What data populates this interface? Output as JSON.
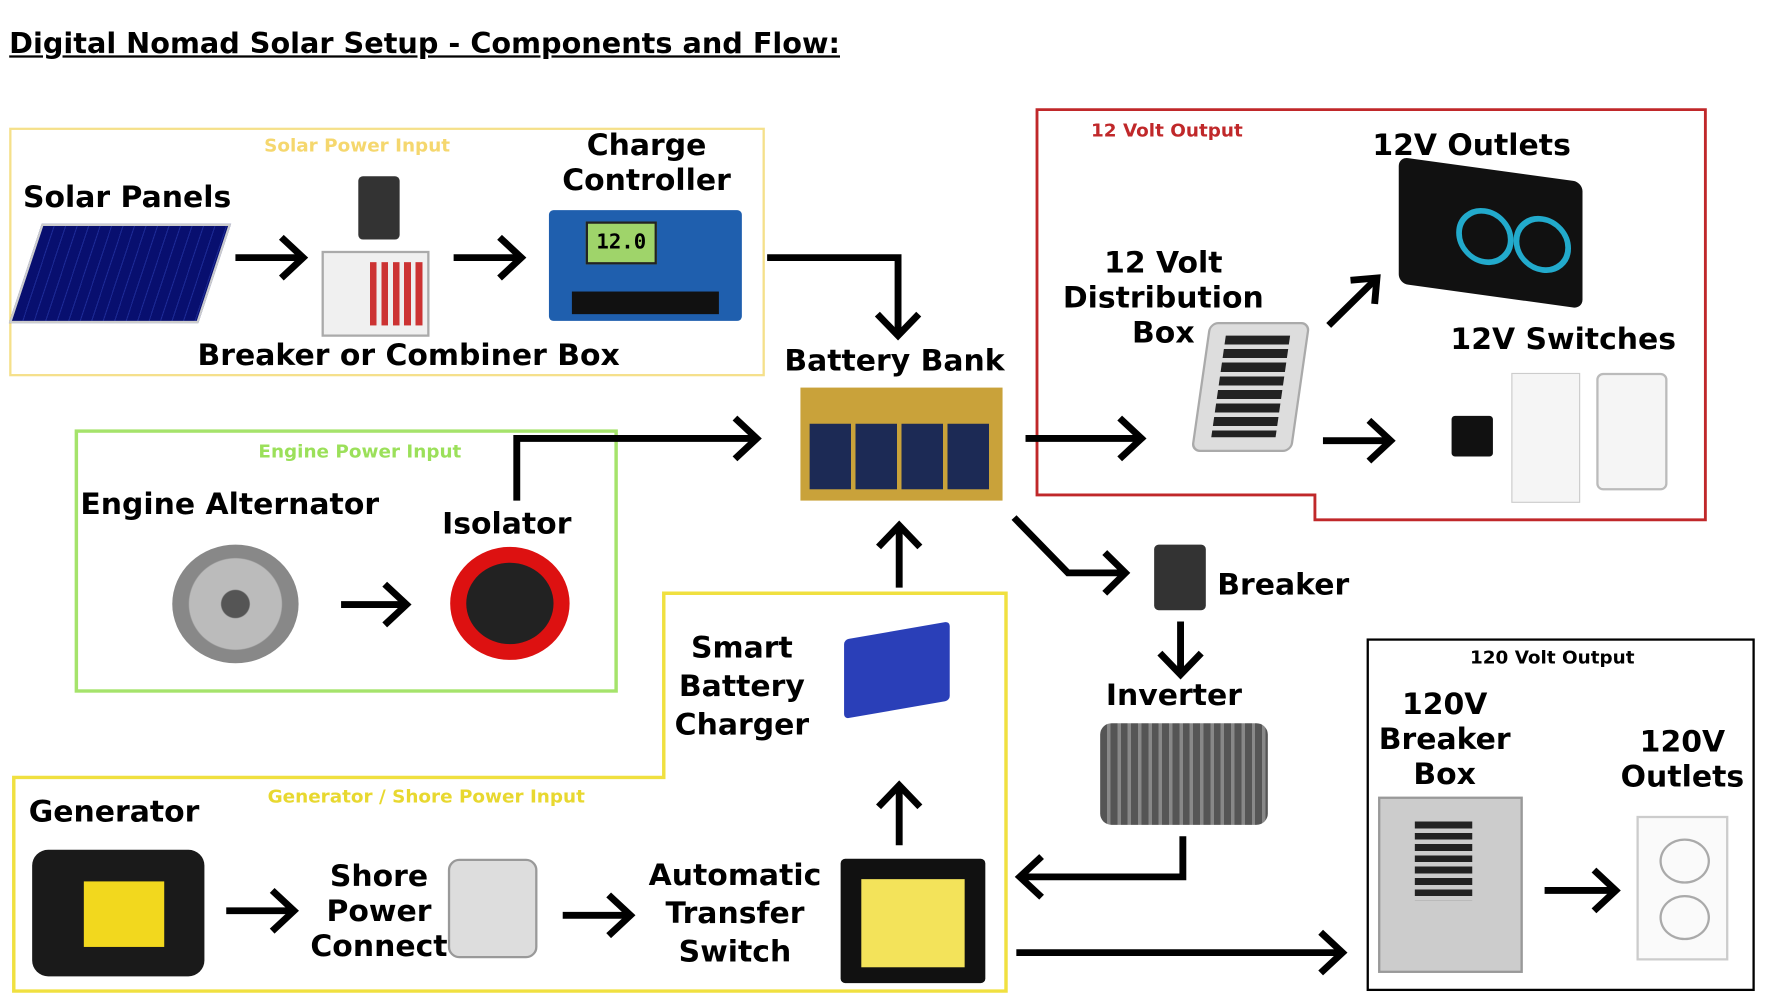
{
  "title": "Digital Nomad Solar Setup - Components and Flow:",
  "groups": {
    "solar": {
      "label": "Solar Power Input",
      "color": "#f5e08a"
    },
    "engine": {
      "label": "Engine Power Input",
      "color": "#a5e36b"
    },
    "generator": {
      "label": "Generator / Shore Power Input",
      "color": "#f0e040"
    },
    "out12": {
      "label": "12 Volt Output",
      "color": "#c0282a"
    },
    "out120": {
      "label": "120 Volt Output",
      "color": "#000000"
    }
  },
  "components": {
    "solar_panels": "Solar Panels",
    "breaker_combiner": "Breaker or Combiner Box",
    "charge_controller": [
      "Charge",
      "Controller"
    ],
    "controller_display": "12.0",
    "battery_bank": "Battery Bank",
    "engine_alternator": "Engine Alternator",
    "isolator": "Isolator",
    "smart_charger": [
      "Smart",
      "Battery",
      "Charger"
    ],
    "generator": "Generator",
    "shore_power": [
      "Shore",
      "Power",
      "Connect"
    ],
    "ats": [
      "Automatic",
      "Transfer",
      "Switch"
    ],
    "distribution_box": [
      "12 Volt",
      "Distribution",
      "Box"
    ],
    "outlets_12v": "12V Outlets",
    "switches_12v": "12V Switches",
    "breaker": "Breaker",
    "inverter": "Inverter",
    "breaker_box_120v": [
      "120V",
      "Breaker",
      "Box"
    ],
    "outlets_120v": [
      "120V",
      "Outlets"
    ]
  }
}
